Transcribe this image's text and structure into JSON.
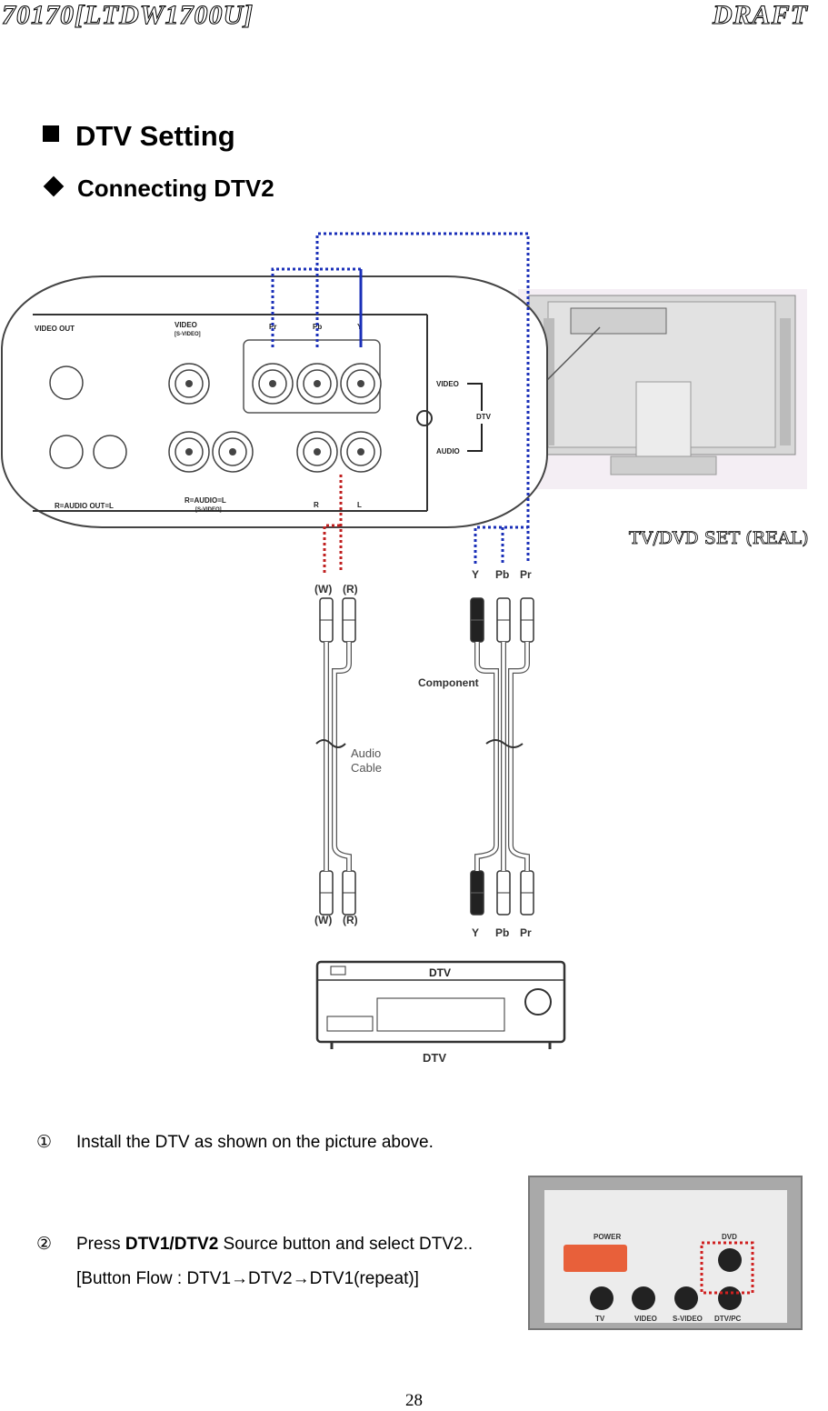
{
  "header": {
    "doc_id": "70170[LTDW1700U]",
    "status": "DRAFT"
  },
  "section_title": "DTV Setting",
  "subsection_title": "Connecting DTV2",
  "diagram": {
    "panel_labels": {
      "video_out": "VIDEO OUT",
      "video": "VIDEO",
      "svideo": "[S-VIDEO]",
      "pr": "Pr",
      "pb": "Pb",
      "y": "Y",
      "video_bracket": "VIDEO",
      "dtv_bracket": "DTV",
      "audio_bracket": "AUDIO",
      "audio_out": "R=AUDIO OUT=L",
      "audio_in": "R=AUDIO=L",
      "audio_in_sub": "[S-VIDEO]",
      "r": "R",
      "l": "L"
    },
    "tv_caption": "TV/DVD SET (REAL)",
    "cable_top_labels": [
      "(W)",
      "(R)",
      "Y",
      "Pb",
      "Pr"
    ],
    "cable_bottom_labels": [
      "(W)",
      "(R)",
      "Y",
      "Pb",
      "Pr"
    ],
    "component_label": "Component",
    "audio_cable_label_1": "Audio",
    "audio_cable_label_2": "Cable",
    "dtv_box_label": "DTV",
    "dtv_caption": "DTV"
  },
  "steps": {
    "step1_num": "①",
    "step1_text": "Install the DTV as shown on the picture above.",
    "step2_num": "②",
    "step2_prefix": "Press ",
    "step2_bold": "DTV1/DTV2",
    "step2_suffix": " Source button and select DTV2..",
    "step2_flow": "[Button Flow : DTV1→DTV2→DTV1(repeat)]"
  },
  "remote": {
    "power": "POWER",
    "dvd": "DVD",
    "tv": "TV",
    "video": "VIDEO",
    "svideo": "S-VIDEO",
    "dtvpc": "DTV/PC"
  },
  "page_number": "28"
}
